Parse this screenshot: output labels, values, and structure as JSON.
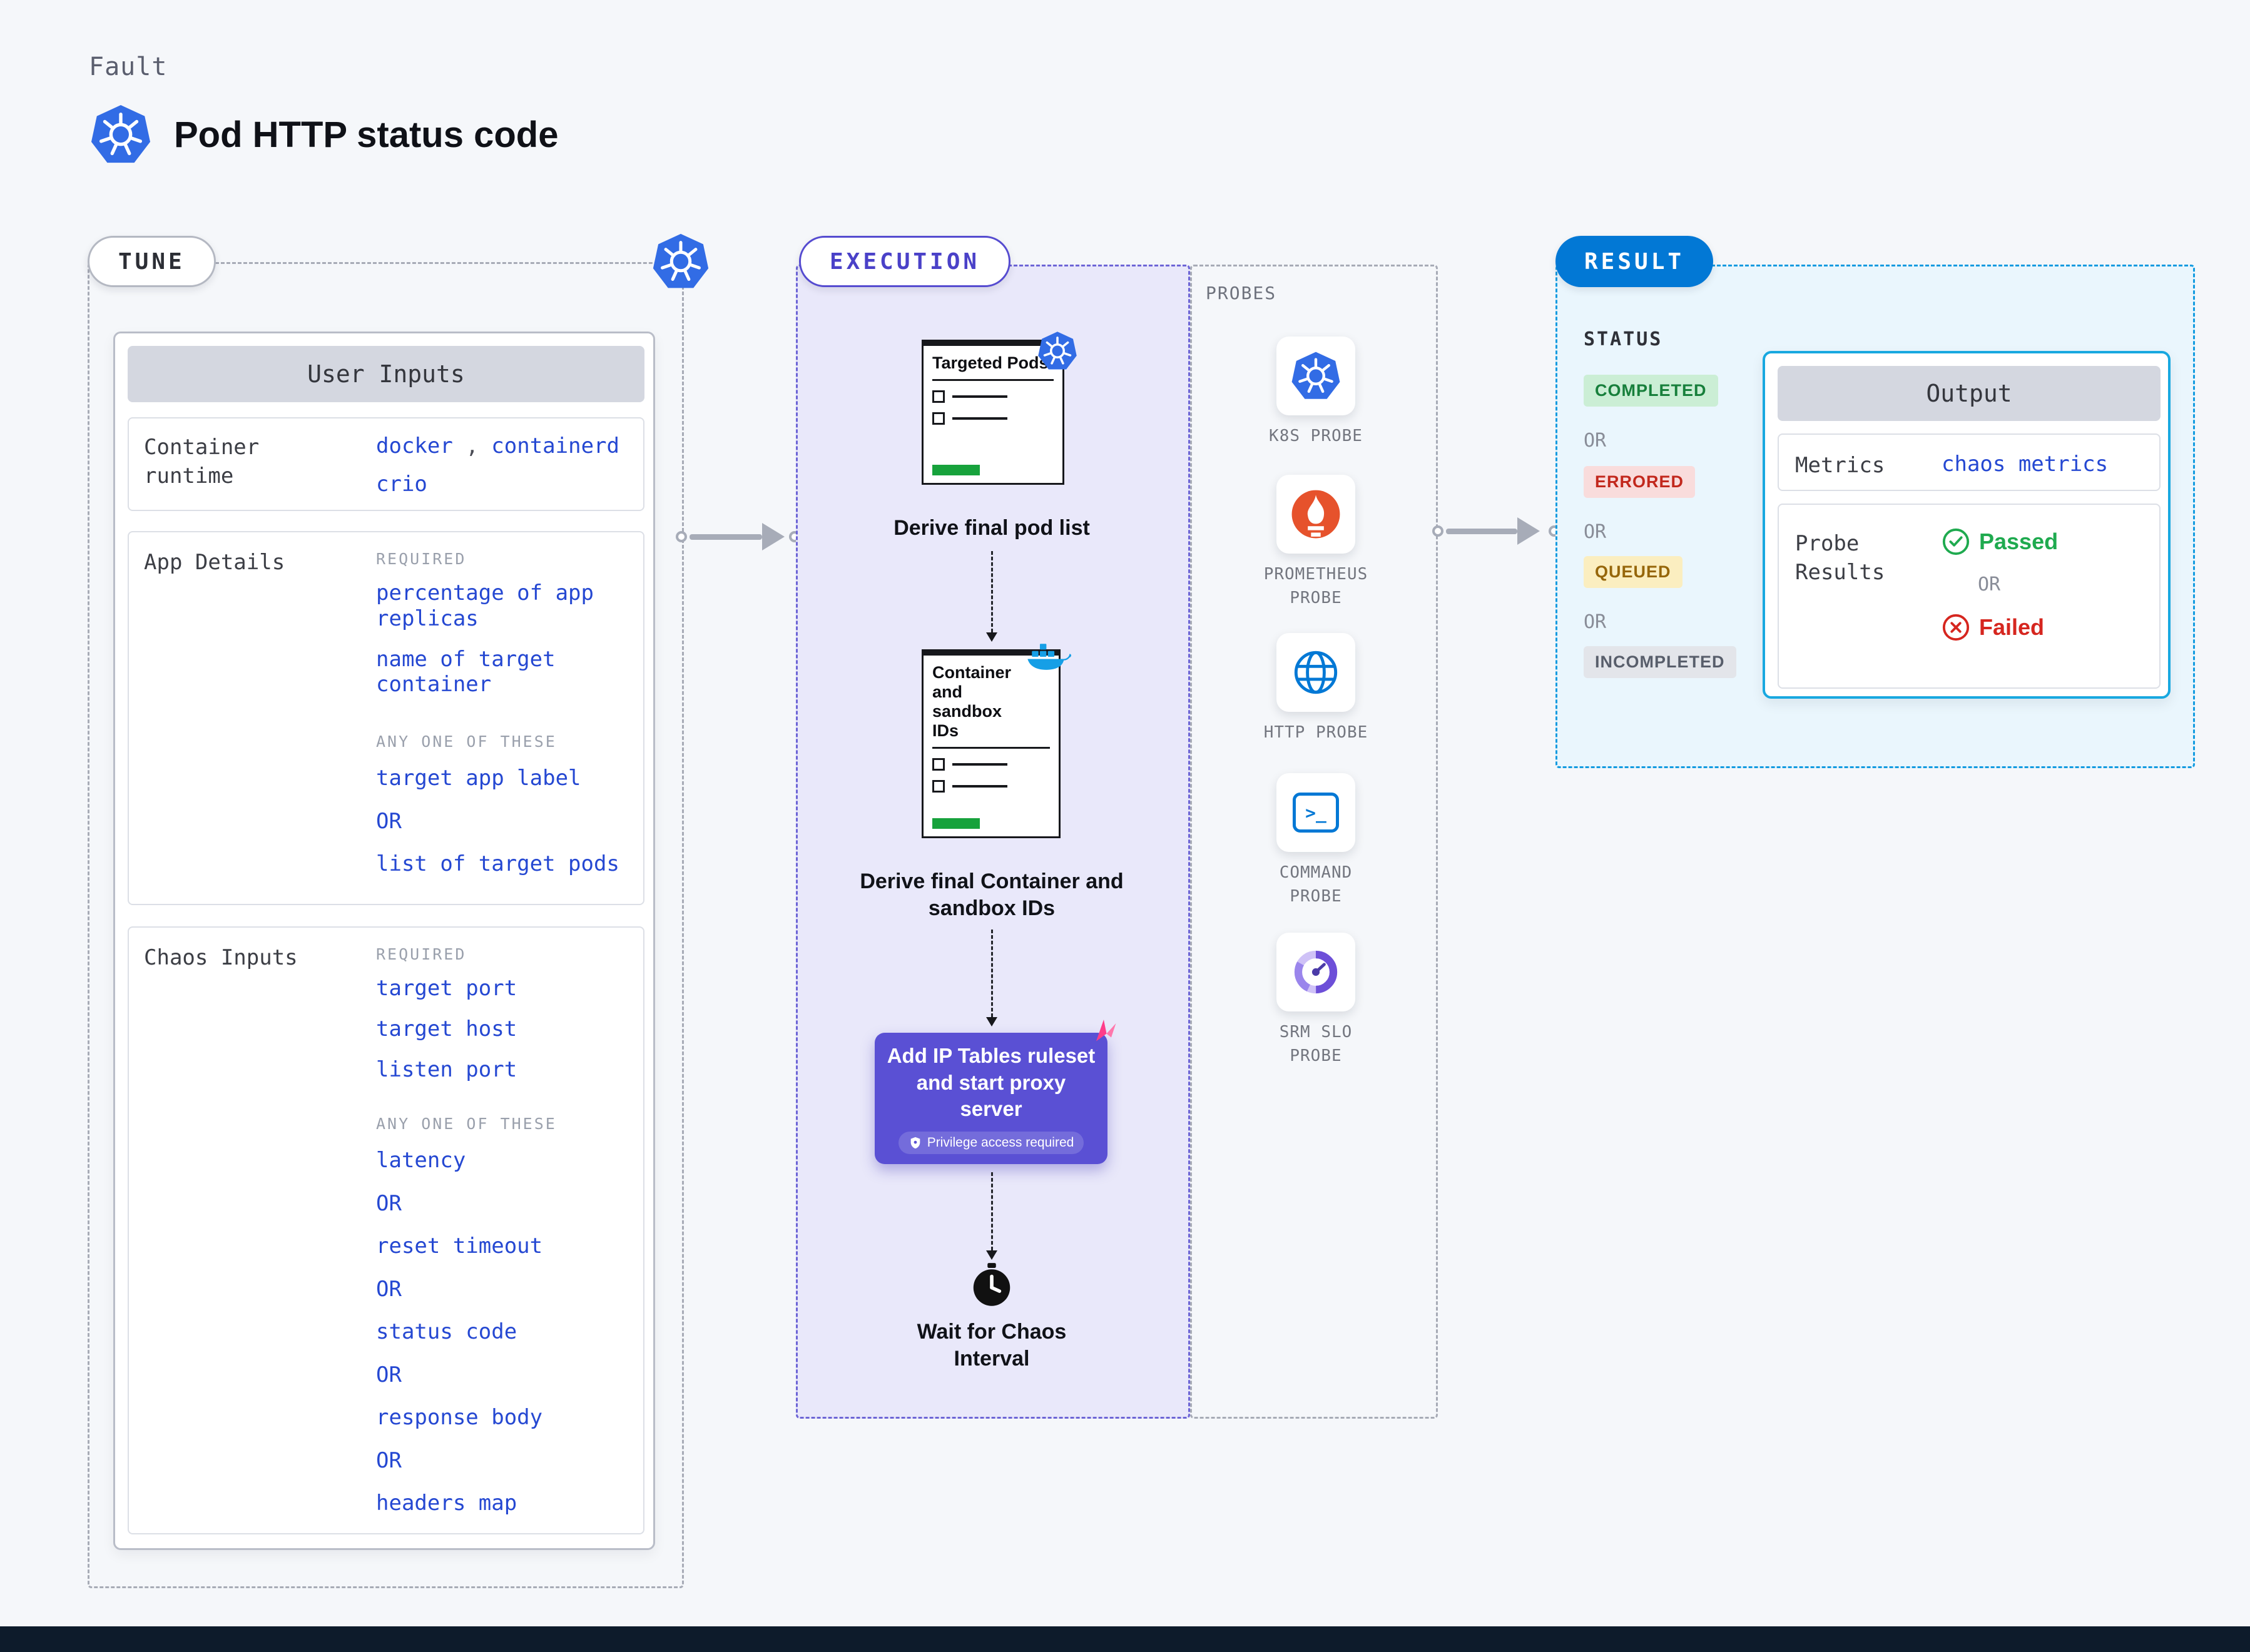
{
  "colors": {
    "accent_blue": "#0278d5",
    "value_blue": "#2548d2",
    "execution_purple": "#5a50d4",
    "kubernetes_blue": "#326ce5",
    "prometheus_orange": "#e6522c",
    "completed_green": "#177f3b",
    "errored_red": "#c2281d",
    "queued_amber": "#96660a",
    "incompleted_gray": "#585e6b",
    "passed_green": "#1faa4f",
    "failed_red": "#d6261f"
  },
  "icons": [
    "kubernetes-icon",
    "docker-icon",
    "prometheus-icon",
    "globe-icon",
    "terminal-icon",
    "gauge-icon",
    "clock-icon",
    "shield-icon",
    "check-circle-icon",
    "x-circle-icon",
    "chaos-icon"
  ],
  "page": {
    "kicker": "Fault",
    "title": "Pod HTTP status code"
  },
  "tune": {
    "label": "TUNE",
    "panel_title": "User Inputs",
    "container_runtime": {
      "label": "Container runtime",
      "comma": ",",
      "values": [
        "docker",
        "containerd",
        "crio"
      ]
    },
    "app_details": {
      "label": "App Details",
      "required_label": "REQUIRED",
      "required": [
        "percentage of app replicas",
        "name of target container"
      ],
      "any_label": "ANY ONE OF THESE",
      "any_one": [
        "target app label",
        "list of target pods"
      ],
      "or": "OR"
    },
    "chaos_inputs": {
      "label": "Chaos Inputs",
      "required_label": "REQUIRED",
      "required": [
        "target port",
        "target host",
        "listen port"
      ],
      "any_label": "ANY ONE OF THESE",
      "any_one": [
        "latency",
        "reset timeout",
        "status code",
        "response body",
        "headers map"
      ],
      "or": "OR"
    }
  },
  "execution": {
    "label": "EXECUTION",
    "pod_list": {
      "doc_title": "Targeted Pods",
      "caption": "Derive final pod list"
    },
    "container_ids": {
      "doc_title": "Container and sandbox IDs",
      "caption": "Derive final Container and sandbox IDs"
    },
    "iptables": {
      "title": "Add IP Tables ruleset and start proxy server",
      "badge": "Privilege access required"
    },
    "wait": {
      "caption": "Wait for Chaos Interval"
    }
  },
  "probes": {
    "label": "PROBES",
    "items": [
      "K8S PROBE",
      "PROMETHEUS PROBE",
      "HTTP PROBE",
      "COMMAND PROBE",
      "SRM SLO PROBE"
    ]
  },
  "result": {
    "label": "RESULT",
    "status_label": "STATUS",
    "or": "OR",
    "statuses": [
      "COMPLETED",
      "ERRORED",
      "QUEUED",
      "INCOMPLETED"
    ],
    "output": {
      "title": "Output",
      "metrics_label": "Metrics",
      "metrics_value": "chaos metrics",
      "probe_results_label": "Probe Results",
      "passed": "Passed",
      "failed": "Failed"
    }
  }
}
